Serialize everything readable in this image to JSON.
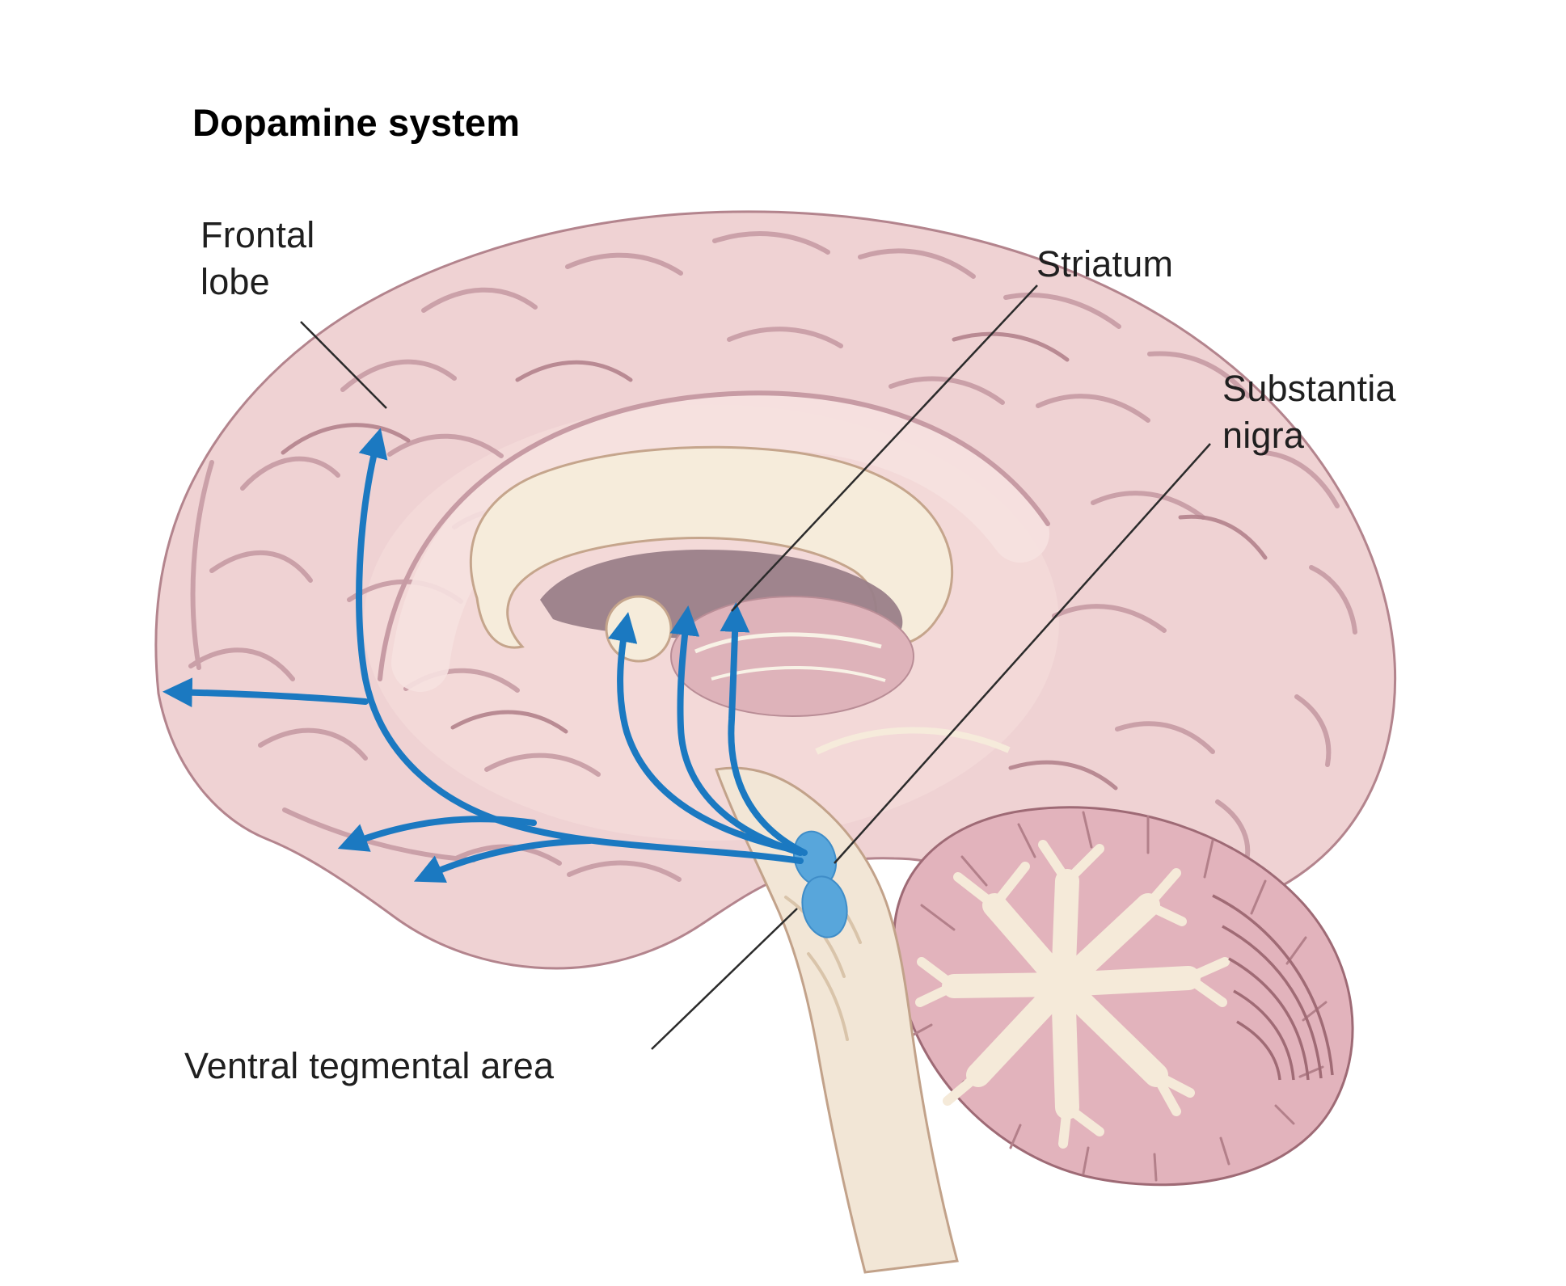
{
  "diagram": {
    "title": "Dopamine system",
    "labels": {
      "frontal_lobe": "Frontal\nlobe",
      "striatum": "Striatum",
      "substantia_nigra": "Substantia\nnigra",
      "ventral_tegmental_area": "Ventral tegmental area"
    },
    "colors": {
      "pathway_blue": "#1b79c1",
      "nuclei_blue": "#58a6db",
      "cortex_pink": "#efd2d3",
      "label_text": "#1f1f1f"
    }
  }
}
